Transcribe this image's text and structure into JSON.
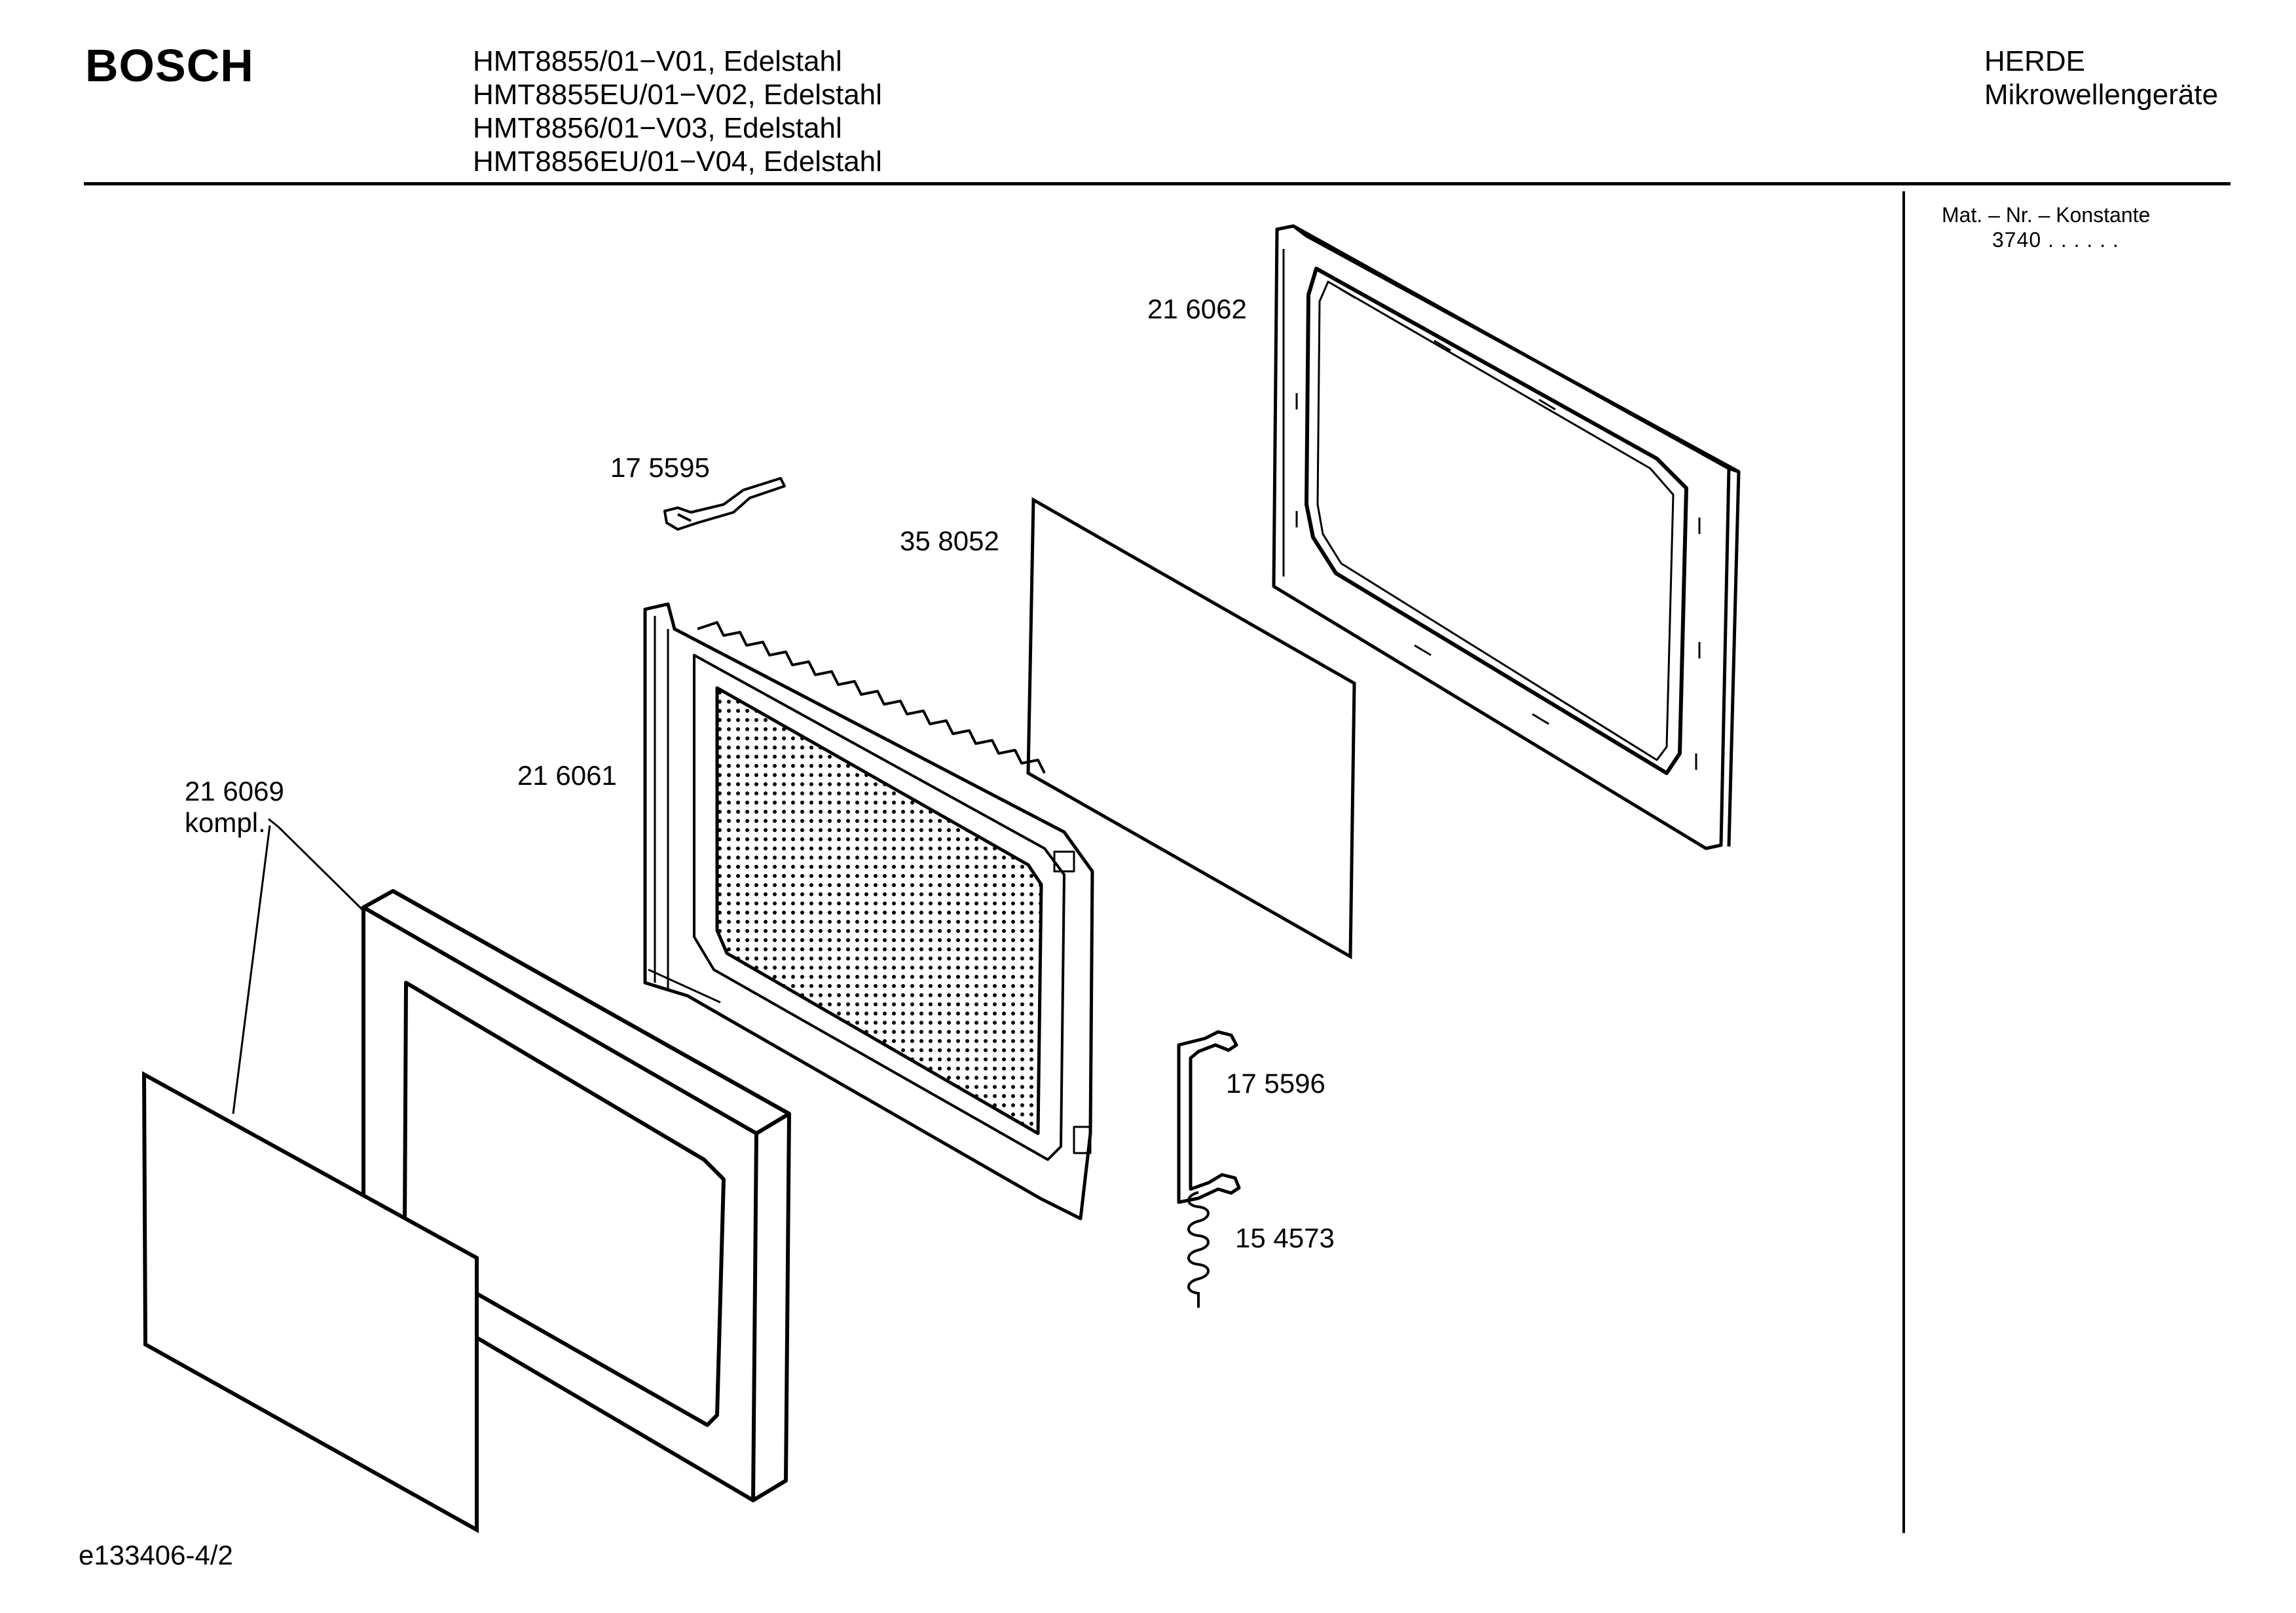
{
  "header": {
    "brand": "BOSCH",
    "models": [
      "HMT8855/01−V01, Edelstahl",
      "HMT8855EU/01−V02, Edelstahl",
      "HMT8856/01−V03, Edelstahl",
      "HMT8856EU/01−V04, Edelstahl"
    ],
    "category_line1": "HERDE",
    "category_line2": "Mikrowellengeräte"
  },
  "side_panel": {
    "mat_label": "Mat. – Nr. – Konstante",
    "mat_value": "3740  .  .    .  .  .  ."
  },
  "parts": {
    "p216062": "21 6062",
    "p175595": "17 5595",
    "p358052": "35 8052",
    "p216061": "21 6061",
    "p216069": "21 6069",
    "p216069_note": "kompl.",
    "p175596": "17 5596",
    "p154573": "15 4573"
  },
  "footer": {
    "doc_id": "e133406-4/2"
  }
}
